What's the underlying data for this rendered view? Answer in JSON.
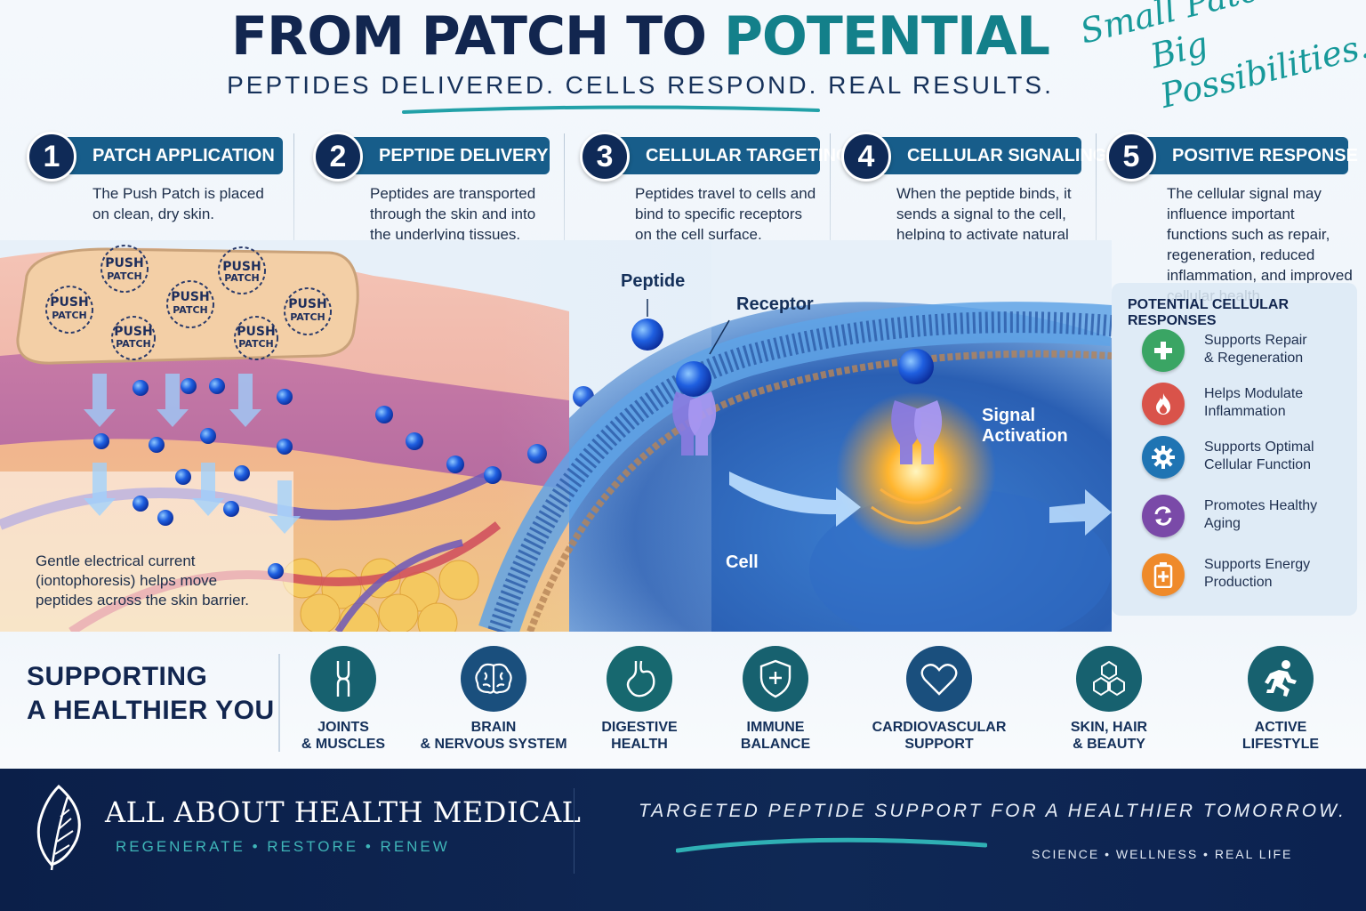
{
  "header": {
    "title_part1": "FROM PATCH TO ",
    "title_part2": "POTENTIAL",
    "subtitle": "PEPTIDES DELIVERED. CELLS RESPOND. REAL RESULTS.",
    "slogan_line1": "Small Patch.",
    "slogan_line2": "Big Possibilities."
  },
  "steps": [
    {
      "number": "1",
      "title": "PATCH APPLICATION",
      "description": "The Push Patch is placed on clean, dry skin."
    },
    {
      "number": "2",
      "title": "PEPTIDE DELIVERY",
      "description": "Peptides are transported through the skin and into the underlying tissues."
    },
    {
      "number": "3",
      "title": "CELLULAR TARGETING",
      "description": "Peptides travel to cells and bind to specific receptors on the cell surface."
    },
    {
      "number": "4",
      "title": "CELLULAR SIGNALING",
      "description": "When the peptide binds, it sends a signal to the cell, helping to activate natural cellular processes."
    },
    {
      "number": "5",
      "title": "POSITIVE RESPONSE",
      "description": "The cellular signal may influence important functions such as repair, regeneration, reduced inflammation, and improved cellular health."
    }
  ],
  "illustration": {
    "patch_label": "PUSH PATCH",
    "peptide_label": "Peptide",
    "receptor_label": "Receptor",
    "signal_label_1": "Signal",
    "signal_label_2": "Activation",
    "cell_label": "Cell",
    "caption": "Gentle electrical current (iontophoresis) helps move peptides across the skin barrier."
  },
  "responses": {
    "title": "POTENTIAL CELLULAR RESPONSES",
    "items": [
      {
        "line1": "Supports Repair",
        "line2": "& Regeneration",
        "icon": "plus-icon",
        "color": "#3aa564"
      },
      {
        "line1": "Helps Modulate",
        "line2": "Inflammation",
        "icon": "flame-icon",
        "color": "#d9534a"
      },
      {
        "line1": "Supports Optimal",
        "line2": "Cellular Function",
        "icon": "gear-icon",
        "color": "#1f74b3"
      },
      {
        "line1": "Promotes Healthy",
        "line2": "Aging",
        "icon": "refresh-icon",
        "color": "#7a4aa8"
      },
      {
        "line1": "Supports Energy",
        "line2": "Production",
        "icon": "battery-icon",
        "color": "#ef8a2a"
      }
    ]
  },
  "supporting": {
    "title_line1": "SUPPORTING",
    "title_line2": "A HEALTHIER YOU",
    "categories": [
      {
        "label": "JOINTS\n& MUSCLES",
        "icon": "joint-icon",
        "color": "#17616f"
      },
      {
        "label": "BRAIN\n& NERVOUS SYSTEM",
        "icon": "brain-icon",
        "color": "#1a4f7d"
      },
      {
        "label": "DIGESTIVE\nHEALTH",
        "icon": "stomach-icon",
        "color": "#17686f"
      },
      {
        "label": "IMMUNE\nBALANCE",
        "icon": "shield-icon",
        "color": "#17616f"
      },
      {
        "label": "CARDIOVASCULAR\nSUPPORT",
        "icon": "heart-icon",
        "color": "#1a4f7d"
      },
      {
        "label": "SKIN, HAIR\n& BEAUTY",
        "icon": "hexagon-icon",
        "color": "#17616f"
      },
      {
        "label": "ACTIVE\nLIFESTYLE",
        "icon": "runner-icon",
        "color": "#17616f"
      }
    ]
  },
  "footer": {
    "brand": "ALL ABOUT HEALTH MEDICAL",
    "brand_sub": "REGENERATE  •  RESTORE  •  RENEW",
    "tagline": "TARGETED PEPTIDE SUPPORT FOR A HEALTHIER TOMORROW.",
    "meta": "SCIENCE  •  WELLNESS  •  REAL LIFE"
  }
}
